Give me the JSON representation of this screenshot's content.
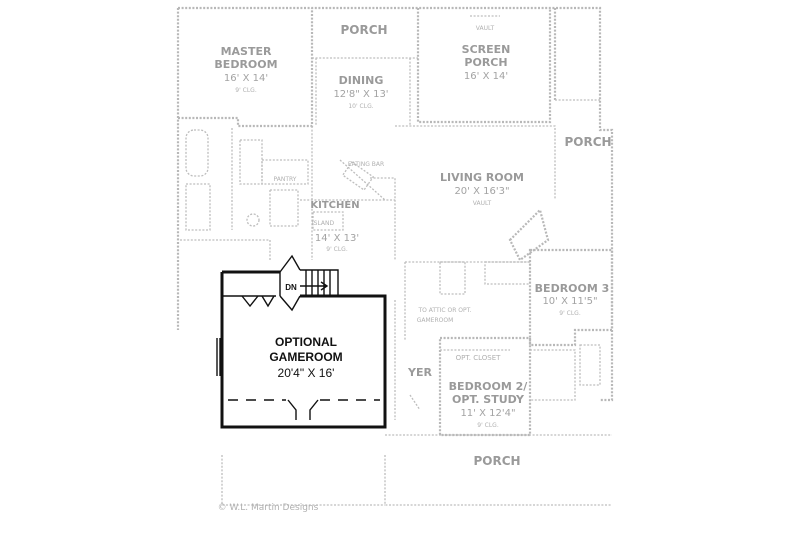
{
  "rooms": {
    "porch_top": "PORCH",
    "master_name": "MASTER",
    "master_name2": "BEDROOM",
    "master_dim": "16' X 14'",
    "master_note": "9' CLG.",
    "dining_name": "DINING",
    "dining_dim": "12'8\" X 13'",
    "dining_note": "10' CLG.",
    "screen_note": "VAULT",
    "screen_name": "SCREEN",
    "screen_name2": "PORCH",
    "screen_dim": "16' X 14'",
    "porch_right": "PORCH",
    "eating_bar": "EATING BAR",
    "pantry": "PANTRY",
    "kitchen_name": "KITCHEN",
    "island": "ISLAND",
    "kitchen_dim": "14' X 13'",
    "kitchen_note": "9' CLG.",
    "living_name": "LIVING ROOM",
    "living_dim": "20' X 16'3\"",
    "living_note": "VAULT",
    "bedroom3_name": "BEDROOM 3",
    "bedroom3_dim": "10' X 11'5\"",
    "bedroom3_note": "9' CLG.",
    "attic_note1": "TO ATTIC OR OPT.",
    "attic_note2": "GAMEROOM",
    "opt_closet": "OPT. CLOSET",
    "foyer_frag": "YER",
    "bedroom2_name": "BEDROOM 2/",
    "bedroom2_name2": "OPT. STUDY",
    "bedroom2_dim": "11' X 12'4\"",
    "bedroom2_note": "9' CLG.",
    "porch_bottom": "PORCH",
    "copyright": "© W.L. Martin Designs"
  },
  "gameroom": {
    "title1": "OPTIONAL",
    "title2": "GAMEROOM",
    "dim": "20'4\" X 16'",
    "stair_label": "DN"
  }
}
